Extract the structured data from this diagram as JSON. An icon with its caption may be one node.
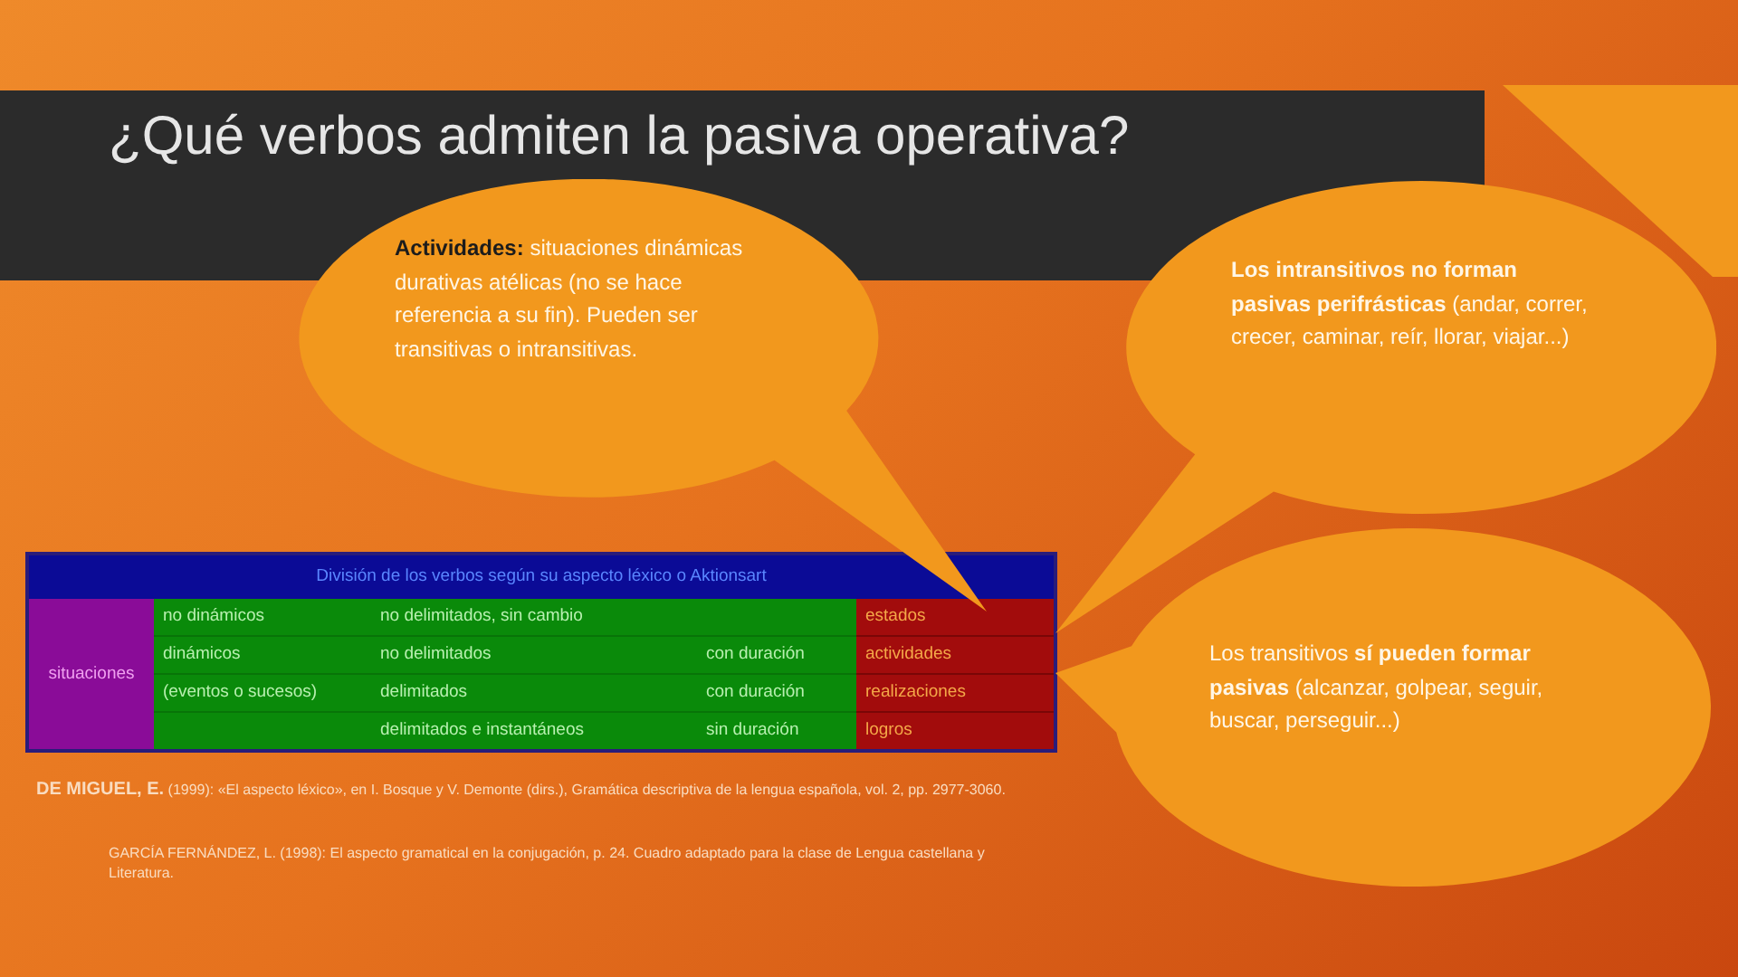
{
  "diagram": {
    "title": "¿Qué verbos admiten la pasiva operativa?",
    "nodes": [
      {
        "text": [
          "**Actividades:** situaciones dinámicas durativas atélicas (no se hace referencia a su fin). Pueden ser transitivas o intransitivas."
        ]
      },
      {
        "text": [
          "**Los intransitivos no forman pasivas perifrásticas** (andar, correr, crecer, caminar, reír, llorar, viajar...)"
        ]
      },
      {
        "text": [
          "Los transitivos **sí pueden formar pasivas** (alcanzar, golpear, seguir, buscar, perseguir...)"
        ]
      }
    ],
    "labels": [
      "División de los verbos según su aspecto léxico o Aktionsart",
      "situaciones",
      "no dinámicos",
      "no delimitados, sin cambio",
      "estados",
      "dinámicos",
      "no delimitados",
      "con duración",
      "actividades",
      "(eventos o sucesos)",
      "delimitados",
      "con duración",
      "realizaciones",
      "delimitados e instantáneos",
      "sin duración",
      "logros",
      "**DE MIGUEL, E.** (1999): «El aspecto léxico», en I. Bosque y V. Demonte (dirs.), Gramática descriptiva de la lengua española, vol. 2, pp. 2977-3060.",
      "GARCÍA FERNÁNDEZ, L. (1998): El aspecto gramatical en la conjugación, p. 24. Cuadro adaptado para la clase de Lengua castellana y Literatura."
    ]
  }
}
